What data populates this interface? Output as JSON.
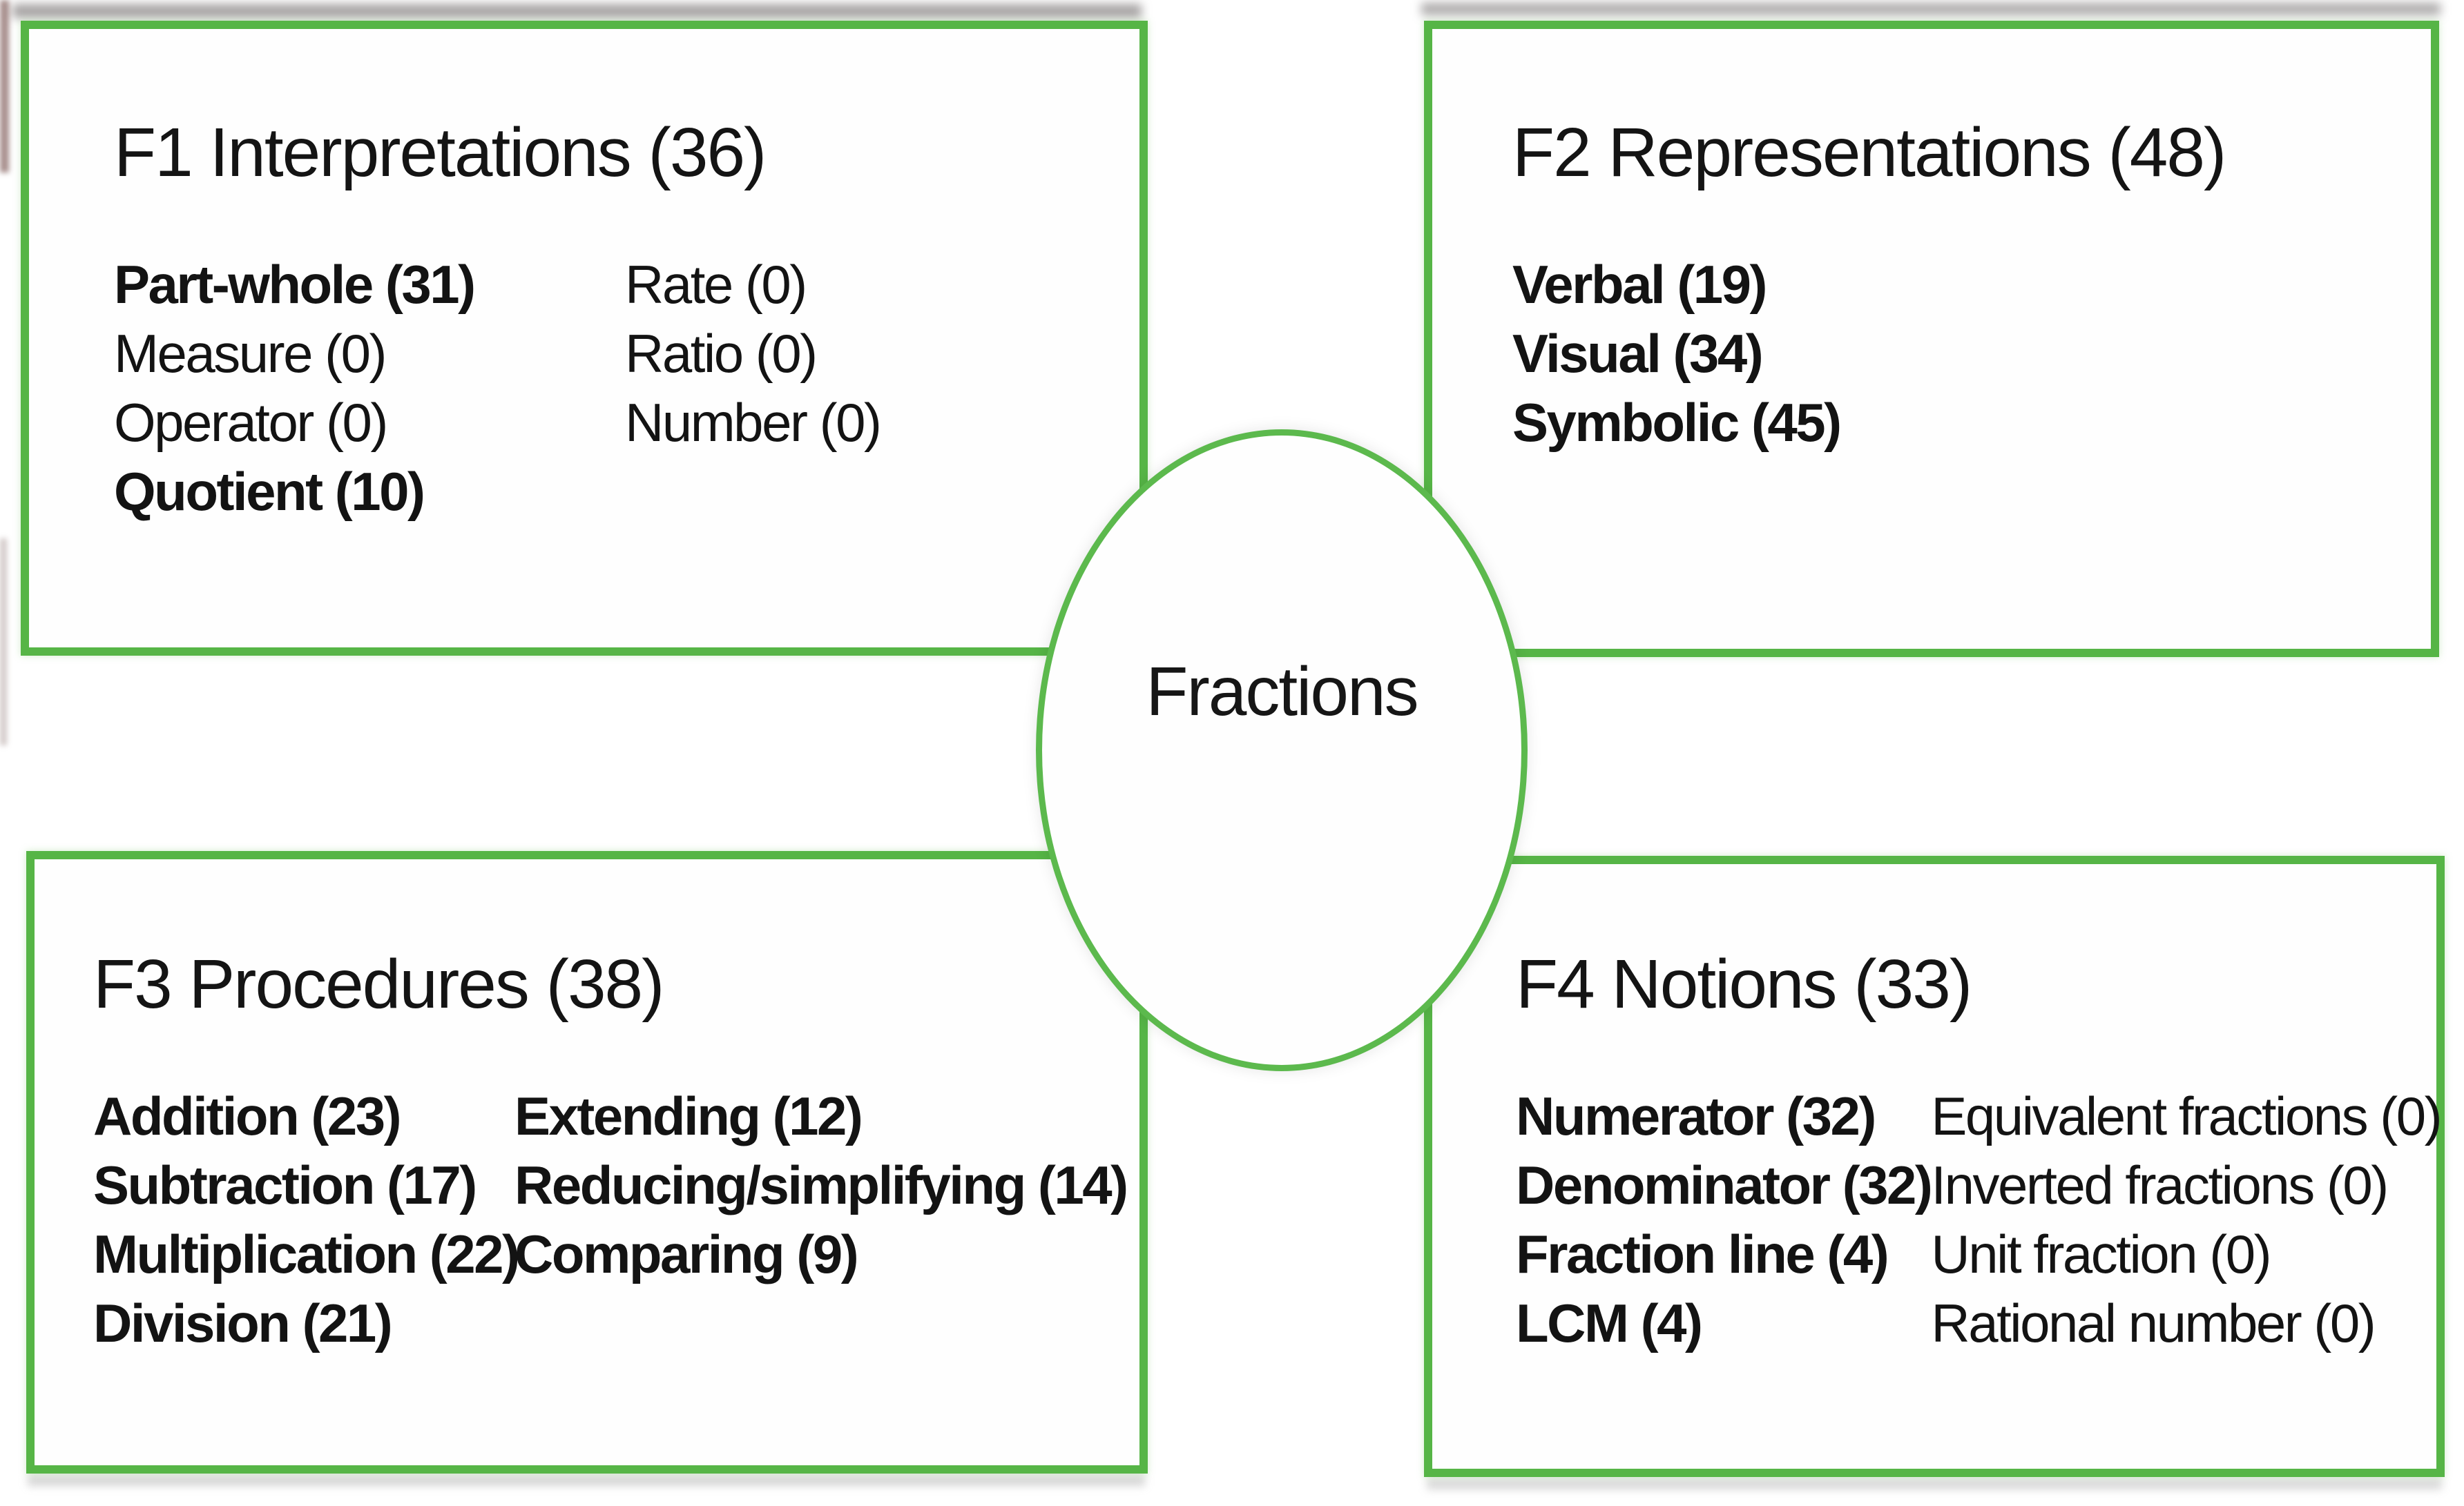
{
  "diagram": {
    "center_label": "Fractions",
    "colors": {
      "border_green": "#56b546",
      "text": "#161616",
      "background": "#ffffff"
    },
    "boxes": [
      {
        "id": "F1",
        "title": "F1 Interpretations (36)",
        "col1": [
          {
            "label": "Part-whole (31)",
            "bold": true
          },
          {
            "label": "Measure (0)",
            "bold": false
          },
          {
            "label": "Operator (0)",
            "bold": false
          },
          {
            "label": "Quotient (10)",
            "bold": true
          }
        ],
        "col2": [
          {
            "label": "Rate (0)",
            "bold": false
          },
          {
            "label": "Ratio (0)",
            "bold": false
          },
          {
            "label": "Number (0)",
            "bold": false
          }
        ]
      },
      {
        "id": "F2",
        "title": "F2 Representations (48)",
        "col1": [
          {
            "label": "Verbal (19)",
            "bold": true
          },
          {
            "label": "Visual (34)",
            "bold": true
          },
          {
            "label": "Symbolic (45)",
            "bold": true
          }
        ],
        "col2": []
      },
      {
        "id": "F3",
        "title": "F3 Procedures (38)",
        "col1": [
          {
            "label": "Addition (23)",
            "bold": true
          },
          {
            "label": "Subtraction (17)",
            "bold": true
          },
          {
            "label": "Multiplication (22)",
            "bold": true
          },
          {
            "label": "Division (21)",
            "bold": true
          }
        ],
        "col2": [
          {
            "label": "Extending (12)",
            "bold": true
          },
          {
            "label": "Reducing/simplifying (14)",
            "bold": true
          },
          {
            "label": "Comparing (9)",
            "bold": true
          }
        ]
      },
      {
        "id": "F4",
        "title": "F4 Notions (33)",
        "col1": [
          {
            "label": "Numerator (32)",
            "bold": true
          },
          {
            "label": "Denominator (32)",
            "bold": true
          },
          {
            "label": "Fraction line (4)",
            "bold": true
          },
          {
            "label": "LCM (4)",
            "bold": true
          }
        ],
        "col2": [
          {
            "label": "Equivalent fractions (0)",
            "bold": false
          },
          {
            "label": "Inverted fractions (0)",
            "bold": false
          },
          {
            "label": "Unit fraction (0)",
            "bold": false
          },
          {
            "label": "Rational number (0)",
            "bold": false
          }
        ]
      }
    ]
  }
}
